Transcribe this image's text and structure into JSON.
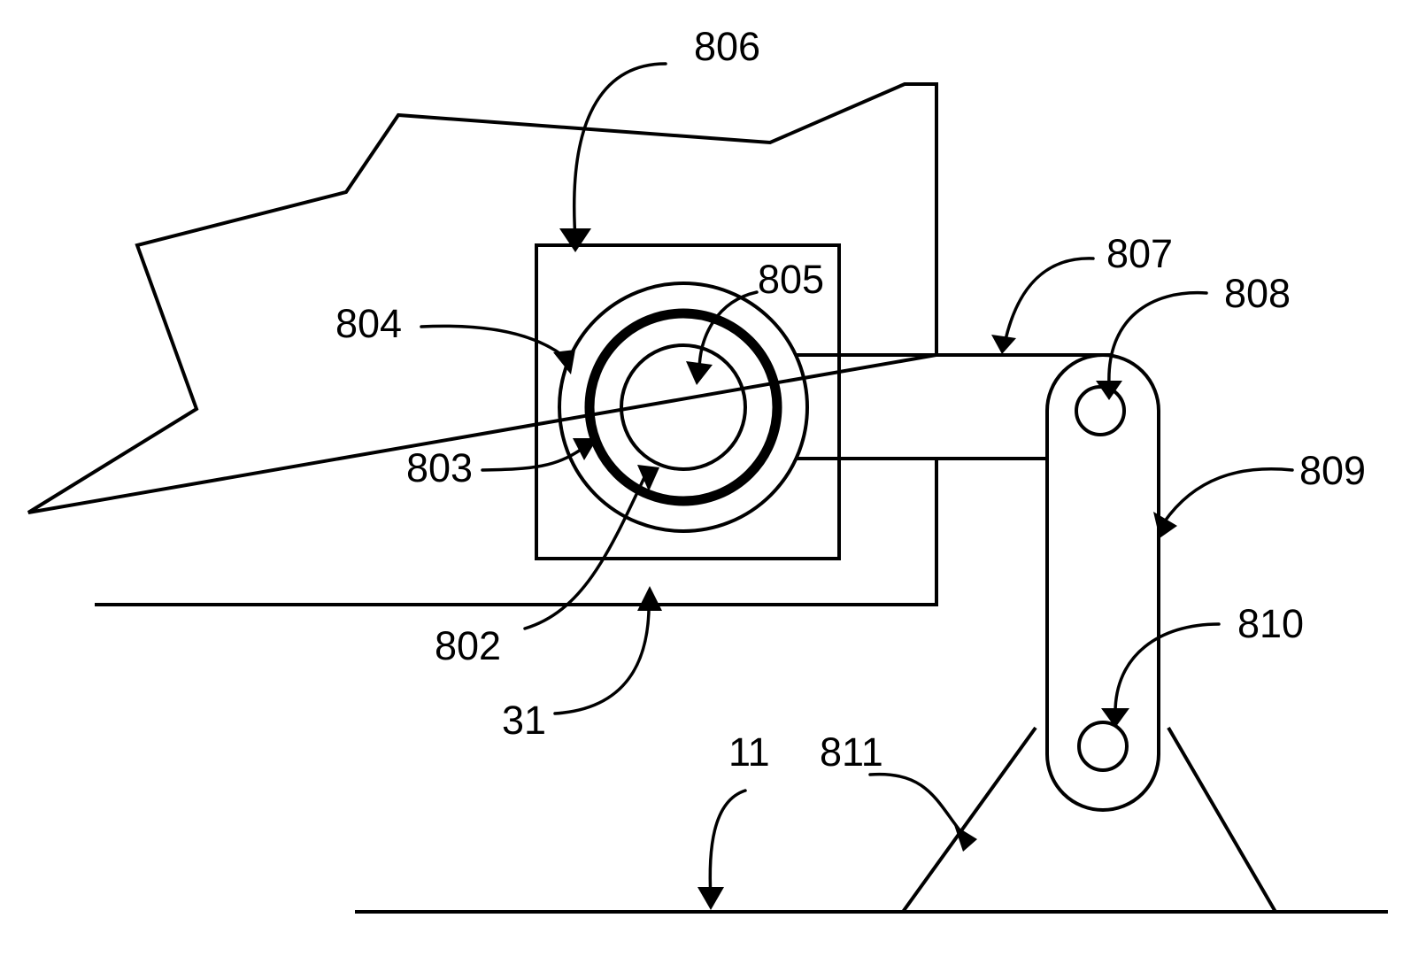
{
  "colors": {
    "line": "#000000",
    "background": "#ffffff"
  },
  "labels": {
    "l806": "806",
    "l805": "805",
    "l804": "804",
    "l803": "803",
    "l802": "802",
    "l807": "807",
    "l808": "808",
    "l809": "809",
    "l810": "810",
    "l811": "811",
    "l31": "31",
    "l11": "11"
  }
}
